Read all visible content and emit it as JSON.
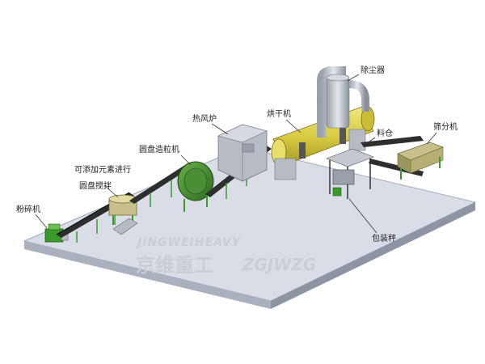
{
  "labels": {
    "crusher": "粉碎机",
    "additive": "可添加元素进行",
    "disc_mixer": "圆盘搅拌",
    "disc_granulator": "圆盘造粒机",
    "hot_air_furnace": "热风炉",
    "dryer": "烘干机",
    "dust_collector": "除尘器",
    "material": "料仓",
    "screener": "筛分机",
    "packing_scale": "包装秤"
  },
  "watermark": {
    "latin": "JINGWEIHEAVY",
    "cn": "京维重工",
    "suffix": "ZGJWZG"
  },
  "colors": {
    "platform_top": "#d9dde6",
    "platform_side": "#9aa1b0",
    "frame_green": "#3a9a2c",
    "dryer_yellow": "#d8cc44",
    "metal": "#b7bcc4"
  }
}
